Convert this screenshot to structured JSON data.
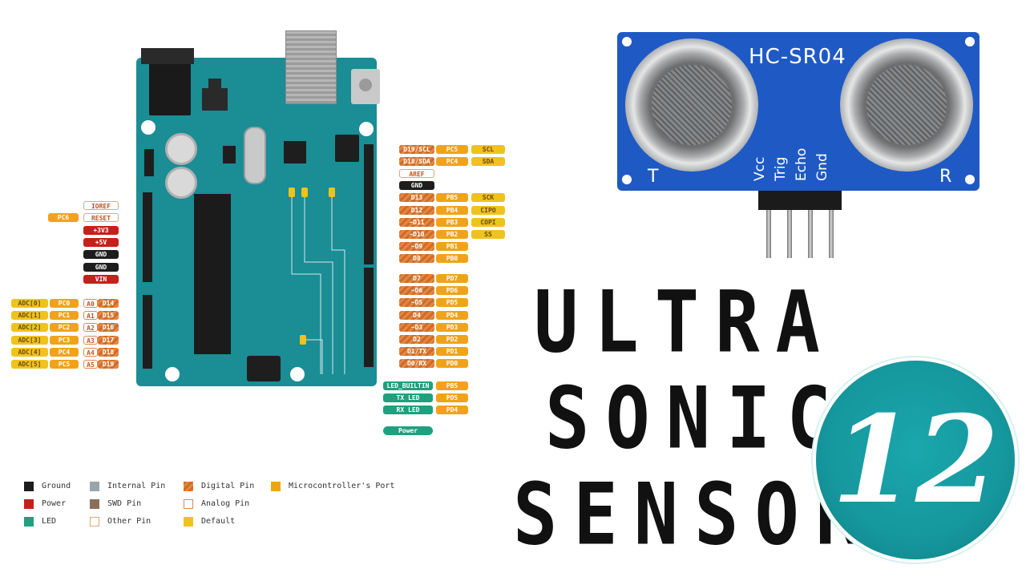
{
  "sensor": {
    "model": "HC-SR04",
    "pins": [
      "Vcc",
      "Trig",
      "Echo",
      "Gnd"
    ],
    "transmitter_label": "T",
    "receiver_label": "R"
  },
  "title": {
    "line1": "ULTRA",
    "line2": "SONIC",
    "line3": "SENSOR"
  },
  "episode": {
    "number": "12"
  },
  "arduino": {
    "left_power_pins": [
      {
        "label": "IOREF",
        "type": "other"
      },
      {
        "label": "RESET",
        "type": "other",
        "port": "PC6"
      },
      {
        "label": "+3V3",
        "type": "power"
      },
      {
        "label": "+5V",
        "type": "power"
      },
      {
        "label": "GND",
        "type": "ground"
      },
      {
        "label": "GND",
        "type": "ground"
      },
      {
        "label": "VIN",
        "type": "power"
      }
    ],
    "left_analog_pins": [
      {
        "adc": "ADC[0]",
        "port": "PC0",
        "analog": "A0",
        "digital": "D14"
      },
      {
        "adc": "ADC[1]",
        "port": "PC1",
        "analog": "A1",
        "digital": "D15"
      },
      {
        "adc": "ADC[2]",
        "port": "PC2",
        "analog": "A2",
        "digital": "D16"
      },
      {
        "adc": "ADC[3]",
        "port": "PC3",
        "analog": "A3",
        "digital": "D17"
      },
      {
        "adc": "ADC[4]",
        "port": "PC4",
        "analog": "A4",
        "digital": "D18"
      },
      {
        "adc": "ADC[5]",
        "port": "PC5",
        "analog": "A5",
        "digital": "D19"
      }
    ],
    "right_top_pins": [
      {
        "label": "D19/SCL",
        "type": "mcu-digital",
        "port": "PC5",
        "func": "SCL"
      },
      {
        "label": "D18/SDA",
        "type": "mcu-digital",
        "port": "PC4",
        "func": "SDA"
      },
      {
        "label": "AREF",
        "type": "other"
      },
      {
        "label": "GND",
        "type": "ground"
      },
      {
        "label": "D13",
        "type": "digital",
        "port": "PB5",
        "func": "SCK"
      },
      {
        "label": "D12",
        "type": "digital",
        "port": "PB4",
        "func": "CIPO"
      },
      {
        "label": "~D11",
        "type": "digital",
        "port": "PB3",
        "func": "COPI"
      },
      {
        "label": "~D10",
        "type": "digital",
        "port": "PB2",
        "func": "SS"
      },
      {
        "label": "~D9",
        "type": "digital",
        "port": "PB1",
        "func": ""
      },
      {
        "label": "D8",
        "type": "digital",
        "port": "PB0",
        "func": ""
      }
    ],
    "right_bottom_pins": [
      {
        "label": "D7",
        "port": "PD7"
      },
      {
        "label": "~D6",
        "port": "PD6"
      },
      {
        "label": "~D5",
        "port": "PD5"
      },
      {
        "label": "D4",
        "port": "PD4"
      },
      {
        "label": "~D3",
        "port": "PD3"
      },
      {
        "label": "D2",
        "port": "PD2"
      },
      {
        "label": "D1/TX",
        "port": "PD1"
      },
      {
        "label": "D0/RX",
        "port": "PD0"
      }
    ],
    "leds": [
      {
        "label": "LED_BUILTIN",
        "port": "PB5"
      },
      {
        "label": "TX LED",
        "port": "PD5"
      },
      {
        "label": "RX LED",
        "port": "PD4"
      }
    ],
    "power_led": "Power"
  },
  "legend": [
    {
      "label": "Ground",
      "type": "ground"
    },
    {
      "label": "Internal Pin",
      "type": "internal"
    },
    {
      "label": "Digital Pin",
      "type": "digital"
    },
    {
      "label": "Microcontroller's Port",
      "type": "mcu"
    },
    {
      "label": "Power",
      "type": "power"
    },
    {
      "label": "SWD Pin",
      "type": "swd"
    },
    {
      "label": "Analog Pin",
      "type": "analog"
    },
    {
      "label": "LED",
      "type": "led"
    },
    {
      "label": "Other Pin",
      "type": "other"
    },
    {
      "label": "Default",
      "type": "default"
    }
  ],
  "colors": {
    "board": "#1a8d95",
    "sensor_pcb": "#1f5ac4",
    "badge": "#15979d",
    "power": "#c52019",
    "ground": "#1d1d1d",
    "digital": "#d36a26",
    "mcu": "#f0a31a",
    "default": "#f0c21d",
    "led": "#20a07e",
    "internal": "#9aa5ab",
    "swd": "#8b6f5a"
  }
}
